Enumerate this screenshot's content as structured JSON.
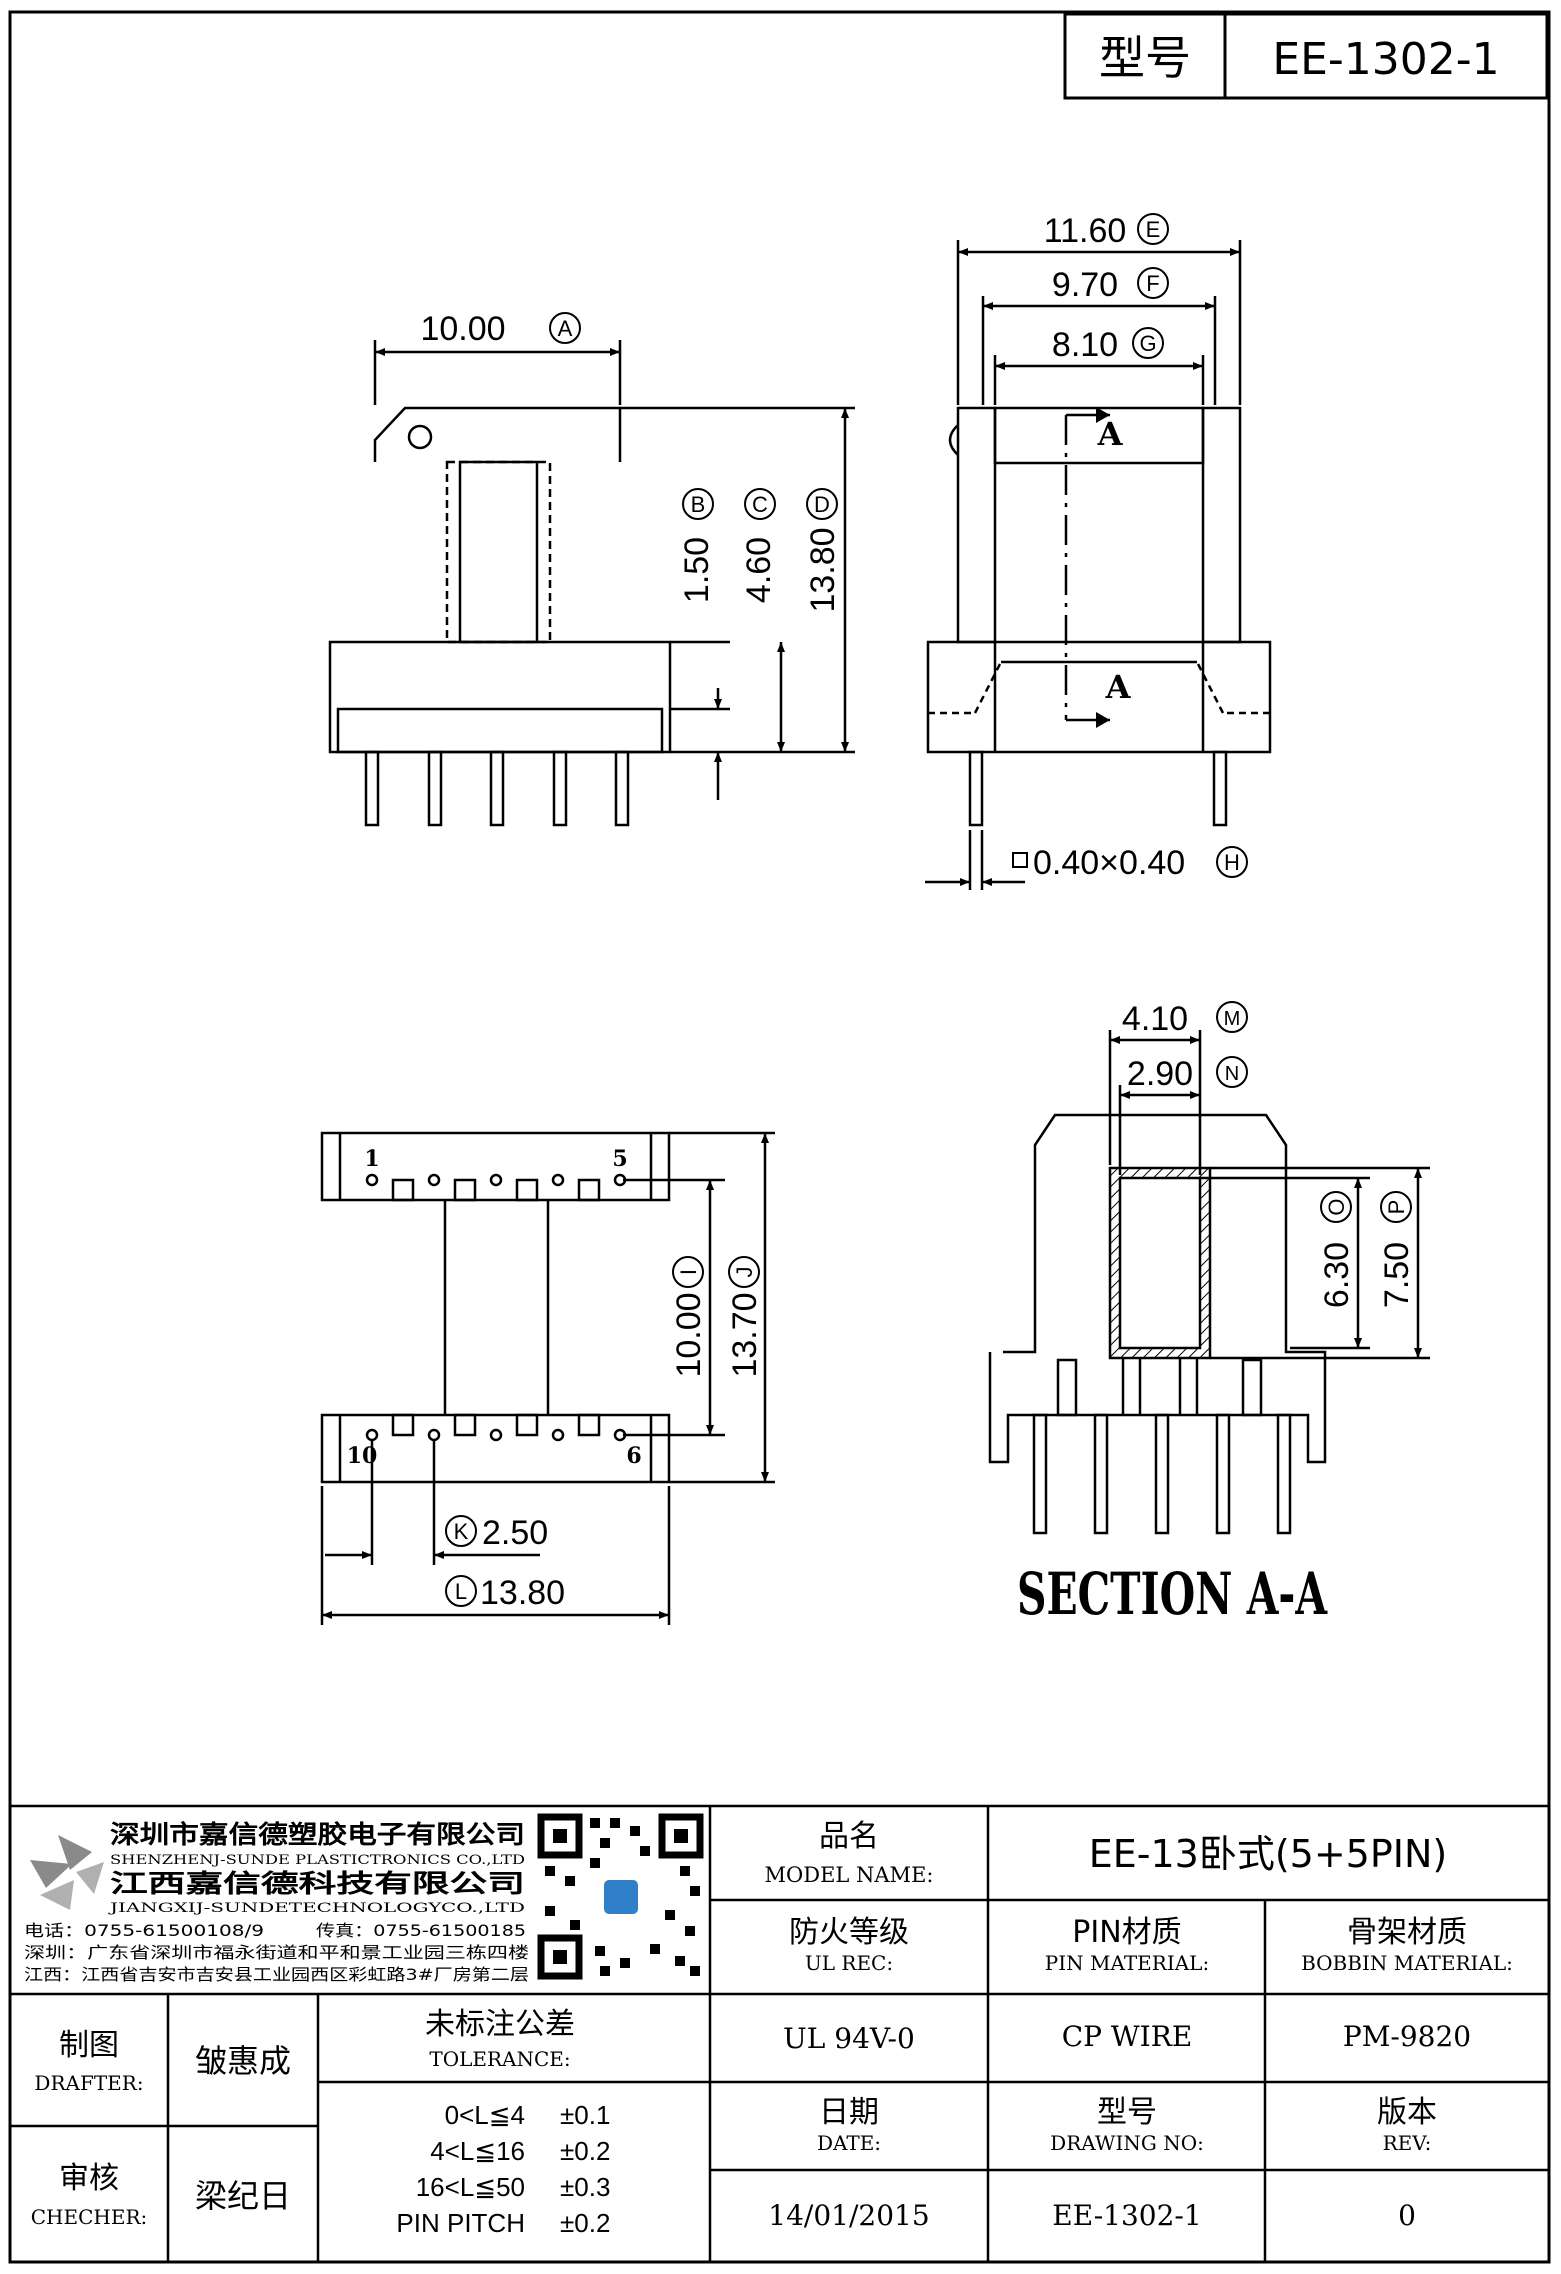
{
  "header": {
    "label": "型号",
    "value": "EE-1302-1"
  },
  "dims": {
    "A": "10.00",
    "A_code": "A",
    "B": "1.50",
    "B_code": "B",
    "C": "4.60",
    "C_code": "C",
    "D": "13.80",
    "D_code": "D",
    "E": "11.60",
    "E_code": "E",
    "F": "9.70",
    "F_code": "F",
    "G": "8.10",
    "G_code": "G",
    "H": "0.40×0.40",
    "H_code": "H",
    "I": "10.00",
    "I_code": "I",
    "J": "13.70",
    "J_code": "J",
    "K": "2.50",
    "K_code": "K",
    "L": "13.80",
    "L_code": "L",
    "M": "4.10",
    "M_code": "M",
    "N": "2.90",
    "N_code": "N",
    "O": "6.30",
    "O_code": "O",
    "P": "7.50",
    "P_code": "P"
  },
  "section_marks": {
    "top": "A",
    "bottom": "A"
  },
  "pins": {
    "p1": "1",
    "p5": "5",
    "p10": "10",
    "p6": "6"
  },
  "section_title": "SECTION A-A",
  "company": {
    "name_cn": "深圳市嘉信德塑胶电子有限公司",
    "name_en": "SHENZHENJ-SUNDE PLASTICTRONICS CO.,LTD",
    "name2_cn": "江西嘉信德科技有限公司",
    "name2_en": "JIANGXIJ-SUNDETECHNOLOGYCO.,LTD",
    "phone": "电话：0755-61500108/9",
    "fax": "传真：0755-61500185",
    "addr_sz": "深圳：广东省深圳市福永街道和平和景工业园三栋四楼",
    "addr_jx": "江西：江西省吉安市吉安县工业园西区彩虹路3#厂房第二层"
  },
  "title_block": {
    "model_name_cn": "品名",
    "model_name_en": "MODEL NAME:",
    "model_name_value": "EE-13卧式(5+5PIN)",
    "ul_cn": "防火等级",
    "ul_en": "UL REC:",
    "ul_value": "UL 94V-0",
    "pin_mat_cn": "PIN材质",
    "pin_mat_en": "PIN MATERIAL:",
    "pin_mat_value": "CP WIRE",
    "bobbin_cn": "骨架材质",
    "bobbin_en": "BOBBIN MATERIAL:",
    "bobbin_value": "PM-9820",
    "drafter_cn": "制图",
    "drafter_en": "DRAFTER:",
    "drafter_value": "皱惠成",
    "checker_cn": "审核",
    "checker_en": "CHECHER:",
    "checker_value": "梁纪日",
    "tol_cn": "未标注公差",
    "tol_en": "TOLERANCE:",
    "tolerances": [
      {
        "range": "0<L≦4",
        "value": "±0.1"
      },
      {
        "range": "4<L≦16",
        "value": "±0.2"
      },
      {
        "range": "16<L≦50",
        "value": "±0.3"
      },
      {
        "range": "PIN PITCH",
        "value": "±0.2"
      }
    ],
    "date_cn": "日期",
    "date_en": "DATE:",
    "date_value": "14/01/2015",
    "dwg_cn": "型号",
    "dwg_en": "DRAWING NO:",
    "dwg_value": "EE-1302-1",
    "rev_cn": "版本",
    "rev_en": "REV:",
    "rev_value": "0"
  },
  "colors": {
    "line": "#000000",
    "qr_accent": "#2f80c8",
    "logo": "#8a8a8a"
  },
  "icons": [
    "company-logo-icon",
    "qr-code-icon"
  ]
}
